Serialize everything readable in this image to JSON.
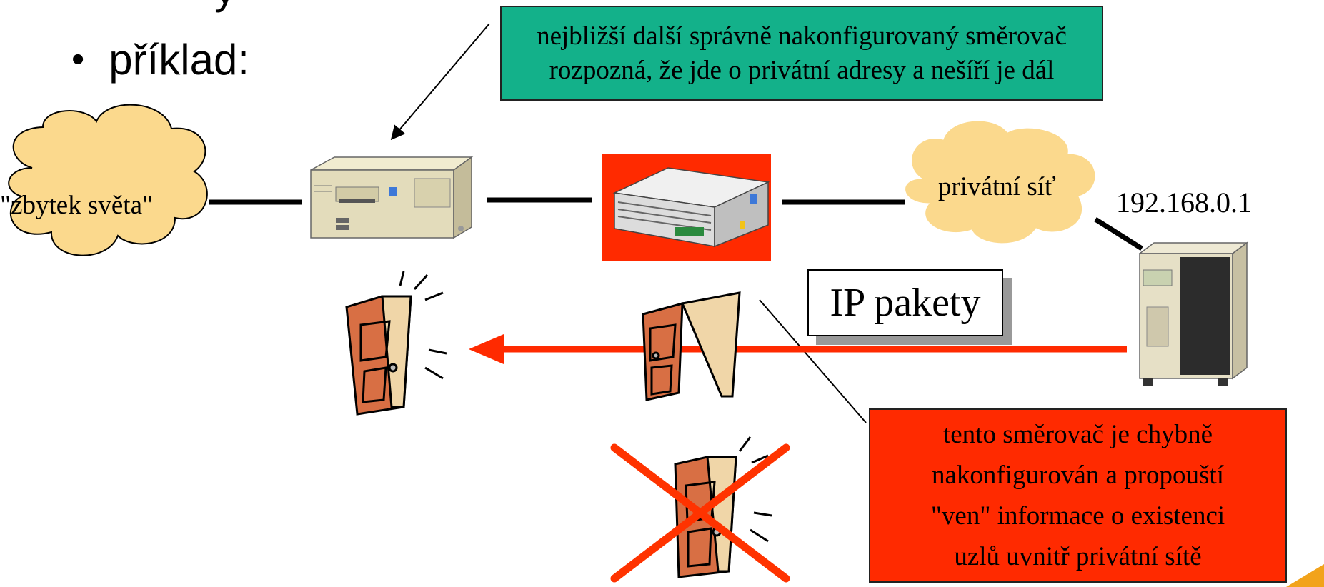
{
  "slide": {
    "partial_heading": "y",
    "bullet": {
      "marker": "•",
      "text": "příklad:"
    }
  },
  "notes": {
    "good_router": [
      "nejbližší další správně nakonfigurovaný směrovač",
      "rozpozná, že jde o privátní adresy a nešíří je dál"
    ],
    "bad_router": [
      "tento směrovač je chybně",
      "nakonfigurován a propouští",
      "\"ven\" informace o existenci",
      "uzlů uvnitř privátní sítě"
    ]
  },
  "clouds": {
    "world": "\"zbytek světa\"",
    "private": "privátní síť"
  },
  "host": {
    "address": "192.168.0.1"
  },
  "packet_label": "IP pakety",
  "colors": {
    "note_green": "#13b18a",
    "note_red": "#ff2a00",
    "cloud_fill": "#fbd98d",
    "arrow": "#ff2a00",
    "door": "#d86f44",
    "cross": "#ff3300"
  },
  "icons": [
    "server-icon",
    "router-icon",
    "tower-server-icon",
    "closed-door-icon",
    "open-door-icon",
    "crossed-door-icon"
  ]
}
